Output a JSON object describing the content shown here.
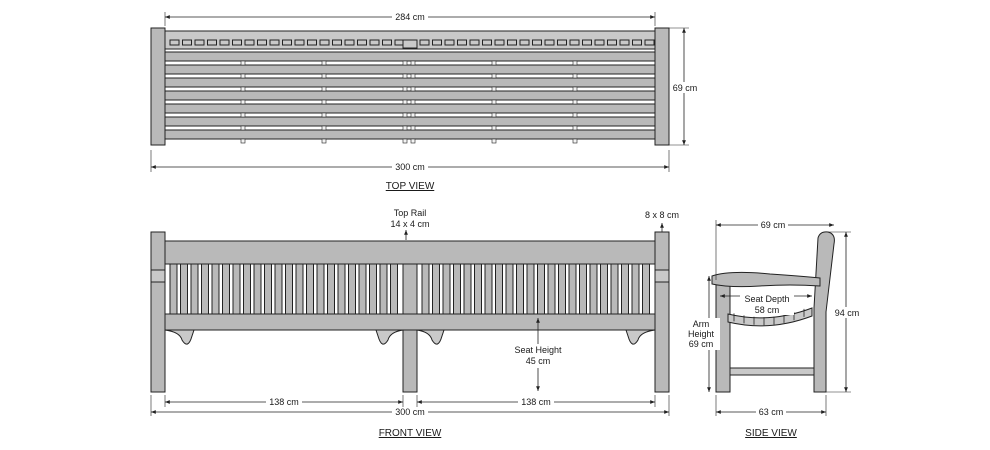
{
  "top_view": {
    "caption": "TOP VIEW",
    "width_inner": "284 cm",
    "width_overall": "300 cm",
    "depth": "69 cm"
  },
  "front_view": {
    "caption": "FRONT VIEW",
    "top_rail_title": "Top Rail",
    "top_rail_size": "14 x 4 cm",
    "post_size": "8 x 8 cm",
    "seat_height_title": "Seat Height",
    "seat_height_value": "45 cm",
    "span_left": "138 cm",
    "span_right": "138 cm",
    "width_overall": "300 cm"
  },
  "side_view": {
    "caption": "SIDE VIEW",
    "depth_overall": "69 cm",
    "seat_depth_title": "Seat Depth",
    "seat_depth_value": "58 cm",
    "arm_height_line1": "Arm",
    "arm_height_line2": "Height",
    "arm_height_value": "69 cm",
    "height_overall": "94 cm",
    "base_depth": "63 cm"
  },
  "colors": {
    "wood": "#b9b9b9",
    "outline": "#222222"
  }
}
